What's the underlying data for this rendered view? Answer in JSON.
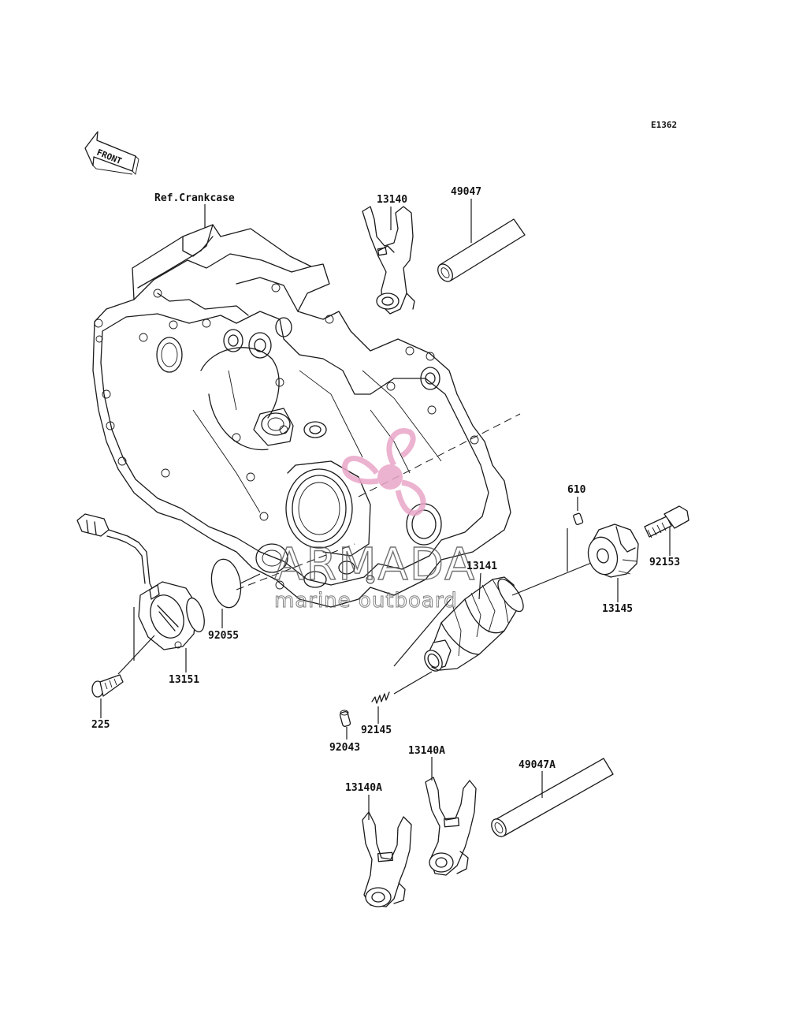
{
  "diagram": {
    "code": "E1362",
    "front_label": "FRONT",
    "reference_label": "Ref.Crankcase"
  },
  "parts": [
    {
      "id": "p13140",
      "number": "13140"
    },
    {
      "id": "p49047",
      "number": "49047"
    },
    {
      "id": "p610",
      "number": "610"
    },
    {
      "id": "p13141",
      "number": "13141"
    },
    {
      "id": "p92153",
      "number": "92153"
    },
    {
      "id": "p13145",
      "number": "13145"
    },
    {
      "id": "p92055",
      "number": "92055"
    },
    {
      "id": "p13151",
      "number": "13151"
    },
    {
      "id": "p225",
      "number": "225"
    },
    {
      "id": "p92145",
      "number": "92145"
    },
    {
      "id": "p92043",
      "number": "92043"
    },
    {
      "id": "p13140A_1",
      "number": "13140A"
    },
    {
      "id": "p13140A_2",
      "number": "13140A"
    },
    {
      "id": "p49047A",
      "number": "49047A"
    }
  ],
  "watermark": {
    "brand": "ARMADA",
    "tagline": "marine outboard",
    "logo_color": "#e9a6c8"
  }
}
